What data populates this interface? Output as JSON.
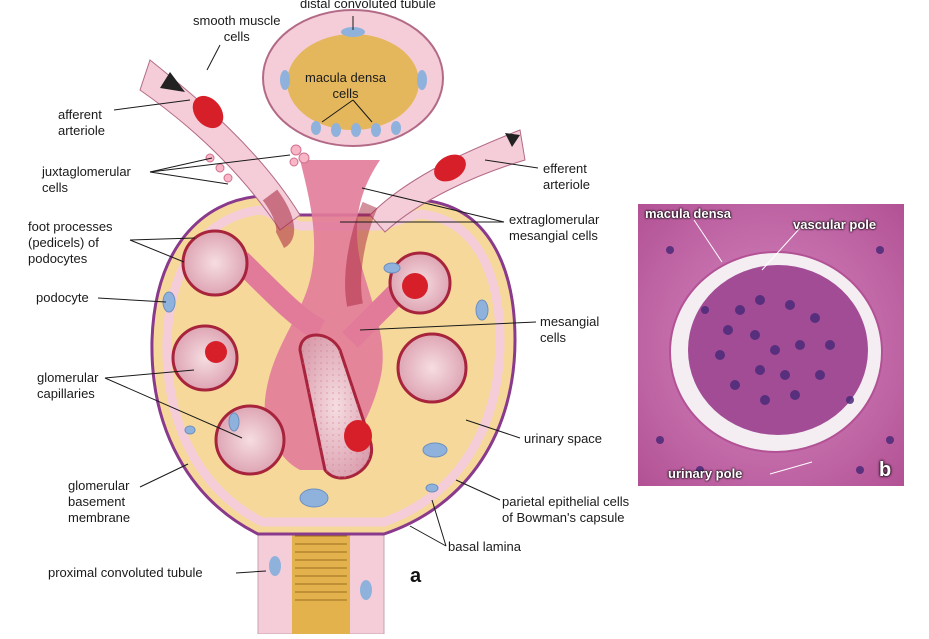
{
  "labels": {
    "smooth_muscle_cells": "smooth muscle\ncells",
    "distal_convoluted_tubule": "distal convoluted tubule",
    "macula_densa_cells": "macula densa\ncells",
    "afferent_arteriole": "afferent\narteriole",
    "juxtaglomerular_cells": "juxtaglomerular\ncells",
    "efferent_arteriole": "efferent\narteriole",
    "extraglomerular_mesangial_cells": "extraglomerular\nmesangial cells",
    "foot_processes": "foot processes\n(pedicels) of\npodocytes",
    "podocyte": "podocyte",
    "mesangial_cells": "mesangial\ncells",
    "glomerular_capillaries": "glomerular\ncapillaries",
    "urinary_space": "urinary space",
    "glomerular_basement_membrane": "glomerular\nbasement\nmembrane",
    "parietal_epithelial_cells": "parietal epithelial cells\nof Bowman's capsule",
    "basal_lamina": "basal lamina",
    "proximal_convoluted_tubule": "proximal convoluted tubule"
  },
  "micrograph": {
    "macula_densa": "macula densa",
    "vascular_pole": "vascular pole",
    "urinary_pole": "urinary pole"
  },
  "panels": {
    "a": "a",
    "b": "b"
  },
  "colors": {
    "capsule_outline": "#8a3a8c",
    "urinary_space_fill": "#f6d99a",
    "mesangium": "#e27b9a",
    "capillary_wall": "#a8243c",
    "capillary_lumen": "#f1cbd2",
    "red_cell": "#d71f2a",
    "nucleus": "#8fb2dc",
    "macula_densa_lumen": "#e5b75c",
    "histology_bg": "#c9639e"
  }
}
